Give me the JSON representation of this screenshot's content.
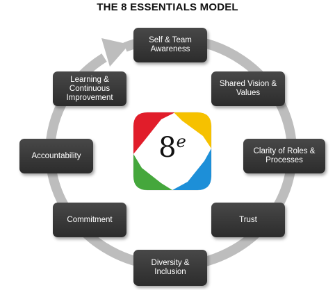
{
  "title": "THE 8 ESSENTIALS MODEL",
  "logo": {
    "number": "8",
    "superscript": "e"
  },
  "colors": {
    "ring": "#bdbdbd",
    "node_fill": "#3a3a3a",
    "logo_red": "#e11d2a",
    "logo_yellow": "#f6c100",
    "logo_blue": "#1d8fd8",
    "logo_green": "#45a73c"
  },
  "nodes": [
    {
      "label": "Self & Team\nAwareness"
    },
    {
      "label": "Shared Vision &\nValues"
    },
    {
      "label": "Clarity of Roles &\nProcesses"
    },
    {
      "label": "Trust"
    },
    {
      "label": "Diversity &\nInclusion"
    },
    {
      "label": "Commitment"
    },
    {
      "label": "Accountability"
    },
    {
      "label": "Learning &\nContinuous\nImprovement"
    }
  ]
}
